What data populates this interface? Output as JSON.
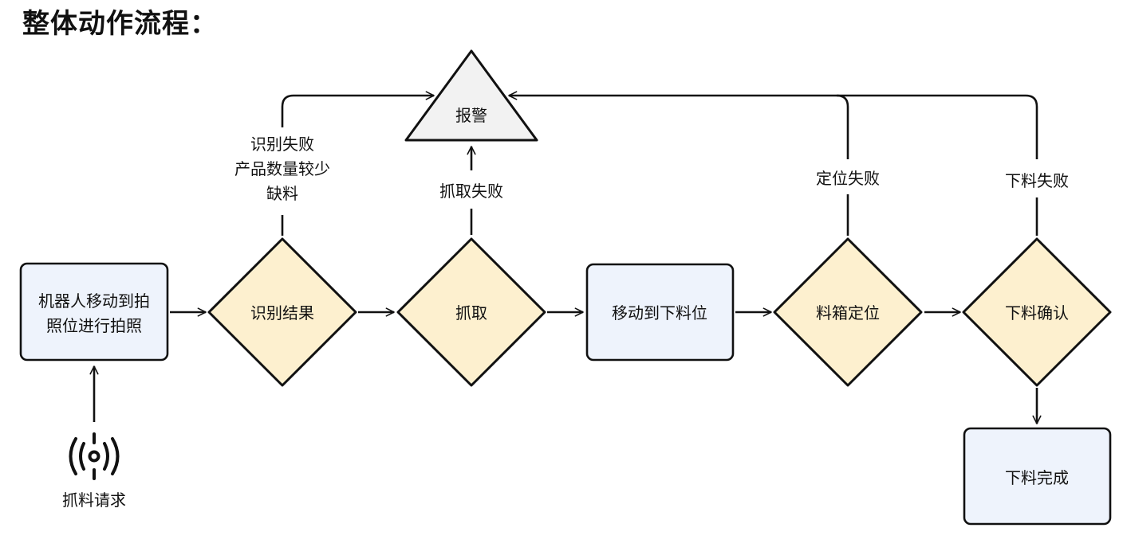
{
  "title": "整体动作流程：",
  "nodes": {
    "start": {
      "line1": "机器人移动到拍",
      "line2": "照位进行拍照"
    },
    "recognize": {
      "label": "识别结果"
    },
    "grab": {
      "label": "抓取"
    },
    "move_drop": {
      "label": "移动到下料位"
    },
    "box_locate": {
      "label": "料箱定位"
    },
    "drop_confirm": {
      "label": "下料确认"
    },
    "done": {
      "label": "下料完成"
    },
    "alarm": {
      "label": "报警"
    },
    "request": {
      "label": "抓料请求"
    }
  },
  "edges": {
    "recognize_fail": {
      "line1": "识别失败",
      "line2": "产品数量较少",
      "line3": "缺料"
    },
    "grab_fail": {
      "label": "抓取失败"
    },
    "locate_fail": {
      "label": "定位失败"
    },
    "drop_fail": {
      "label": "下料失败"
    }
  },
  "colors": {
    "process_fill": "#eef3fc",
    "decision_fill": "#fdf0cf",
    "alarm_fill": "#f2f2f2",
    "stroke": "#111111"
  }
}
